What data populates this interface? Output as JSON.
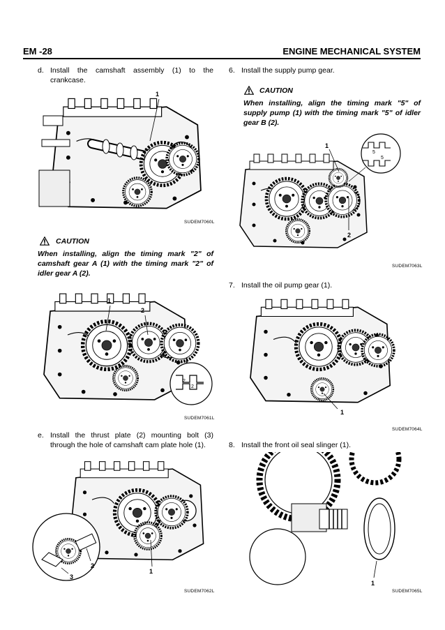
{
  "header": {
    "page_number": "EM -28",
    "section_title": "ENGINE MECHANICAL SYSTEM"
  },
  "left": {
    "step_d": {
      "num": "d.",
      "text": "Install the camshaft assembly (1) to the crankcase."
    },
    "fig1": {
      "caption": "SUDEM7060L",
      "callouts": [
        "1"
      ]
    },
    "caution": {
      "label": "CAUTION",
      "text": "When installing, align the timing mark \"2\" of camshaft gear A (1) with the timing mark \"2\" of idler gear A (2)."
    },
    "fig2": {
      "caption": "SUDEM7061L",
      "callouts": [
        "1",
        "2",
        "2",
        "2"
      ]
    },
    "step_e": {
      "num": "e.",
      "text": "Install the thrust plate (2) mounting bolt (3) through the hole of camshaft cam plate hole (1)."
    },
    "fig3": {
      "caption": "SUDEM7062L",
      "callouts": [
        "2",
        "3",
        "1"
      ]
    }
  },
  "right": {
    "step_6": {
      "num": "6.",
      "text": "Install the supply pump gear."
    },
    "caution": {
      "label": "CAUTION",
      "text": "When installing, align the timing mark \"5\" of supply pump (1) with the timing mark \"5\" of idler gear B (2)."
    },
    "fig4": {
      "caption": "SUDEM7063L",
      "callouts": [
        "1",
        "2",
        "5",
        "5"
      ]
    },
    "step_7": {
      "num": "7.",
      "text": "Install the oil pump gear (1)."
    },
    "fig5": {
      "caption": "SUDEM7064L",
      "callouts": [
        "1"
      ]
    },
    "step_8": {
      "num": "8.",
      "text": "Install the front oil seal slinger (1)."
    },
    "fig6": {
      "caption": "SUDEM7065L",
      "callouts": [
        "1"
      ]
    }
  }
}
